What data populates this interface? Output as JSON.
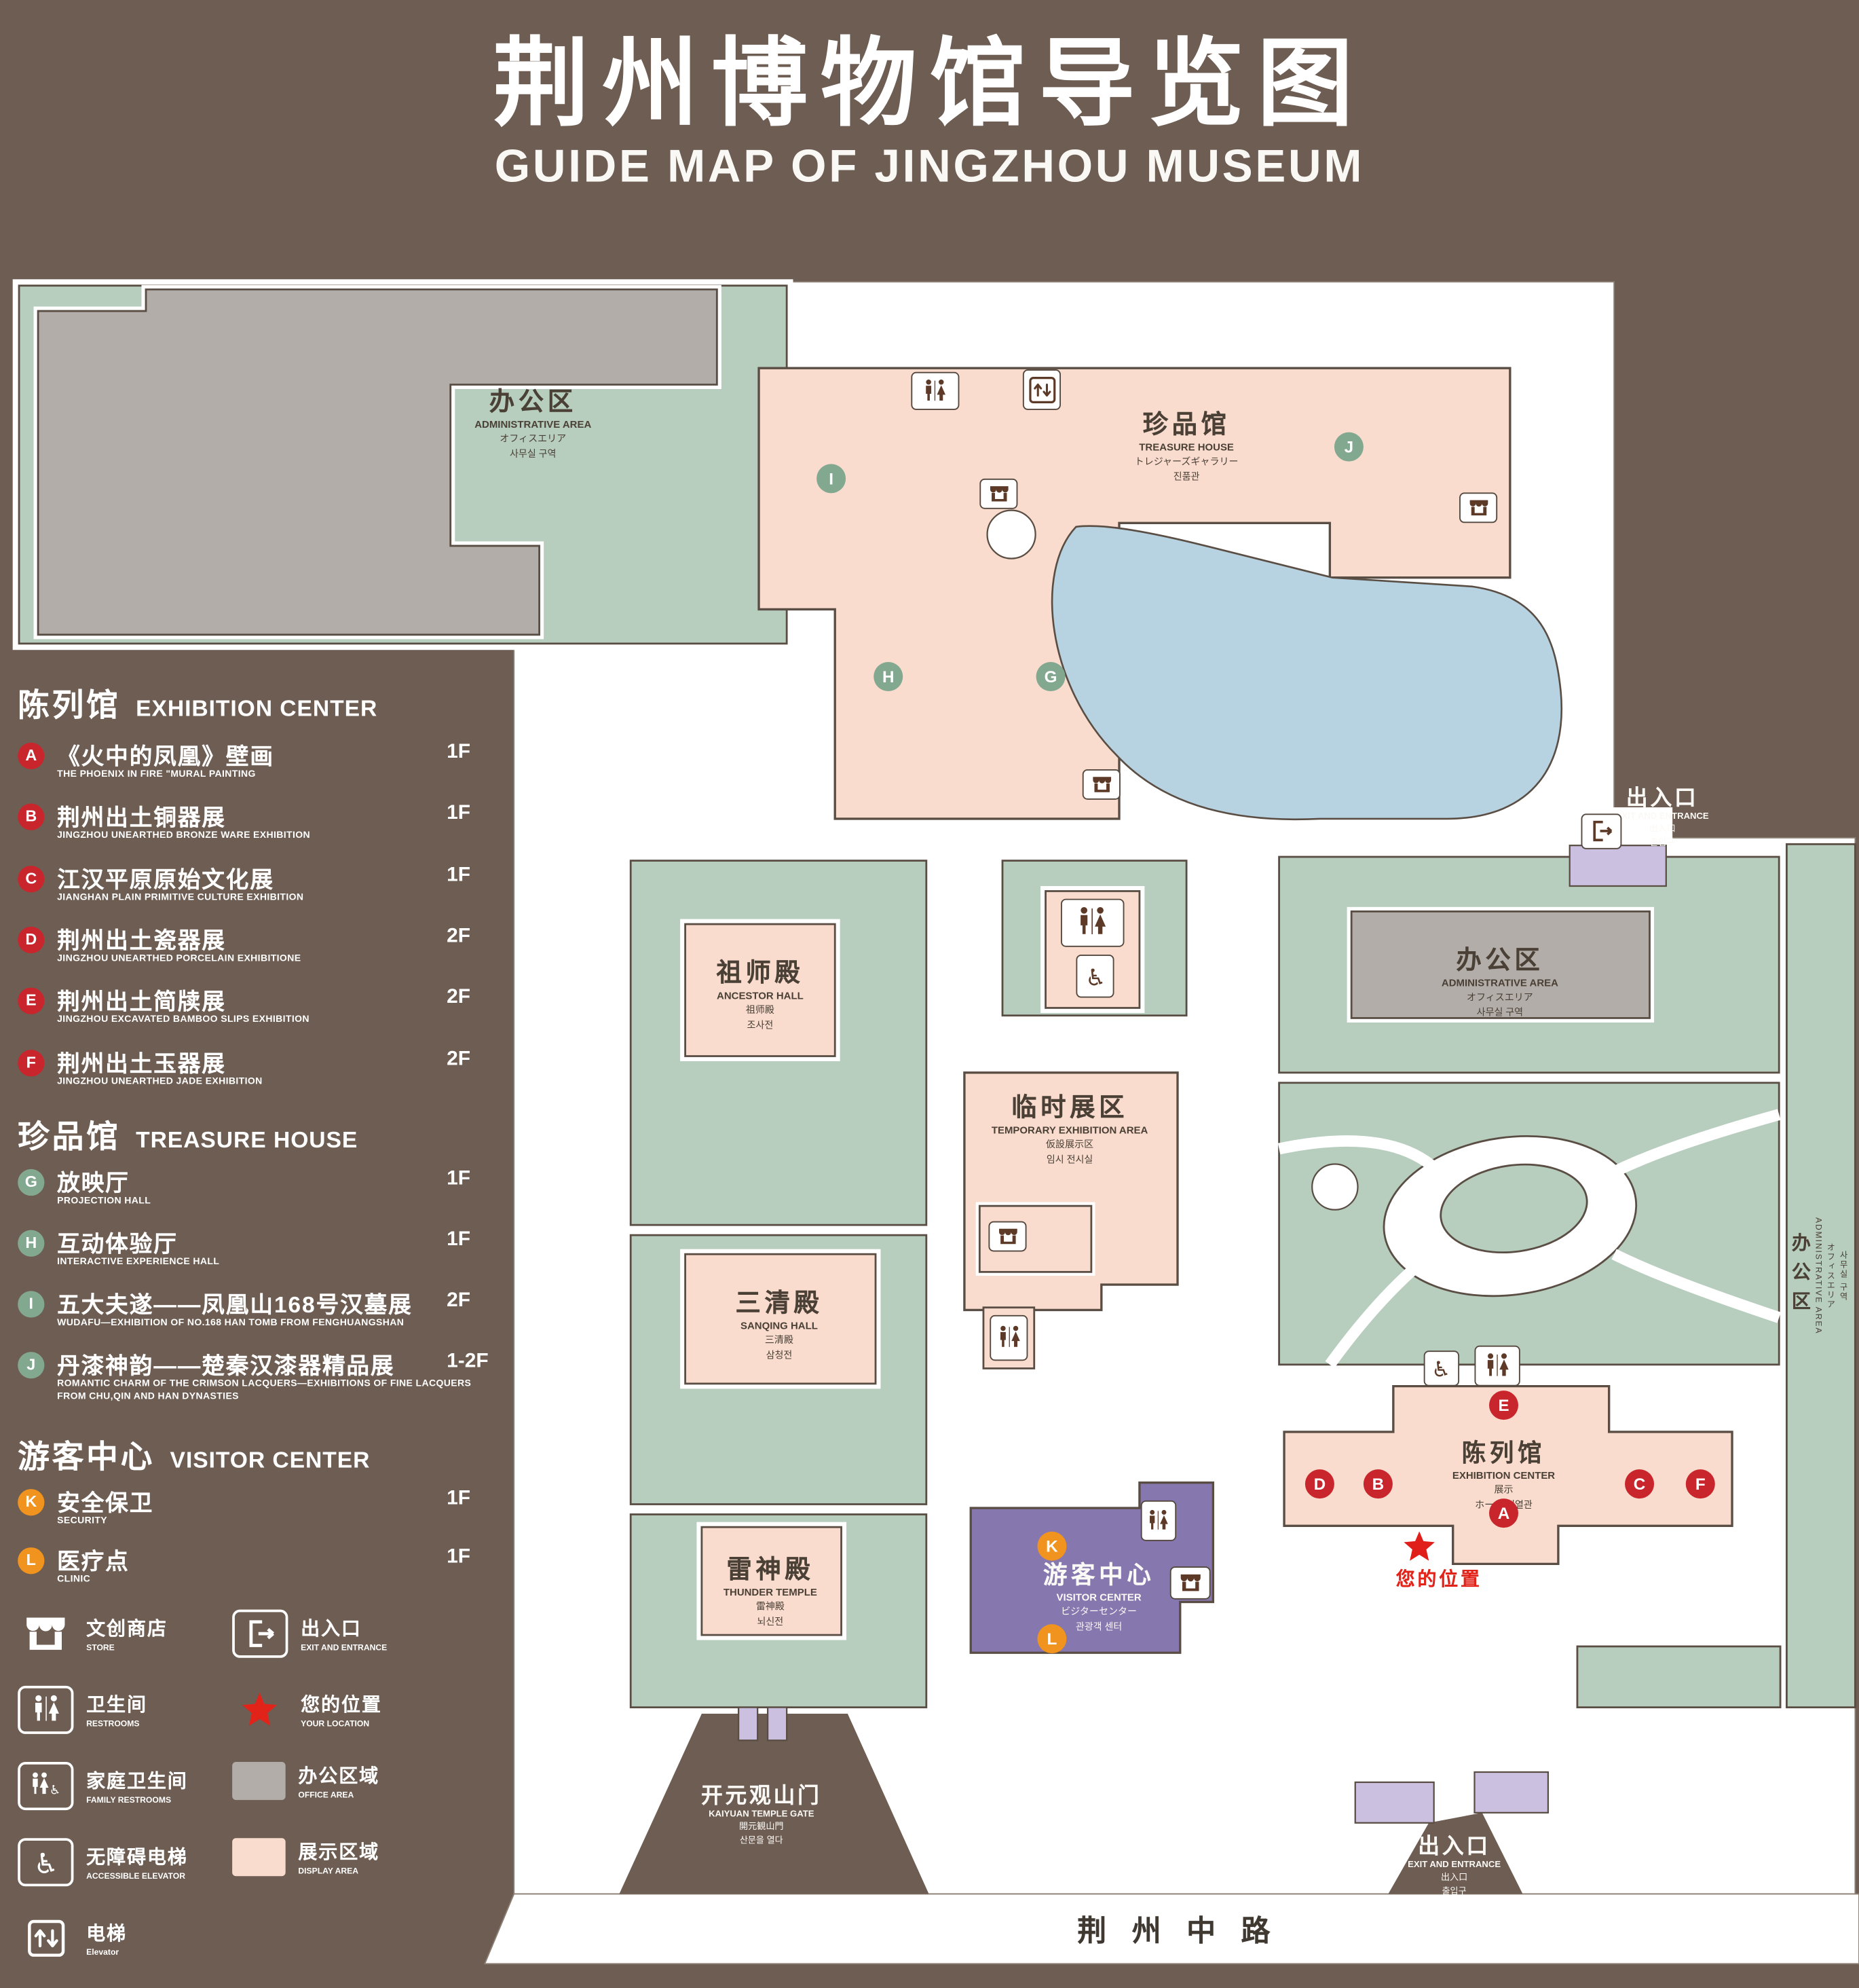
{
  "header": {
    "title": "荆州博物馆导览图",
    "subtitle": "GUIDE MAP OF JINGZHOU MUSEUM"
  },
  "colors": {
    "background": "#6e5d52",
    "lawn_green": "#b7cdbe",
    "display_pink": "#f9dcce",
    "office_gray": "#b2ada8",
    "lake_blue": "#b7d2e0",
    "visitor_purple": "#8678ae",
    "lavender": "#cbc0e0",
    "marker_red": "#c9252c",
    "marker_green": "#83a890",
    "marker_orange": "#f0931f",
    "location_red": "#e2231a"
  },
  "legend": {
    "sections": [
      {
        "zh": "陈列馆",
        "en": "EXHIBITION CENTER",
        "items": [
          {
            "letter": "A",
            "zh": "《火中的凤凰》壁画",
            "en": "THE PHOENIX IN FIRE \"MURAL PAINTING",
            "floor": "1F"
          },
          {
            "letter": "B",
            "zh": "荆州出土铜器展",
            "en": "JINGZHOU UNEARTHED BRONZE WARE EXHIBITION",
            "floor": "1F"
          },
          {
            "letter": "C",
            "zh": "江汉平原原始文化展",
            "en": "JIANGHAN PLAIN PRIMITIVE CULTURE EXHIBITION",
            "floor": "1F"
          },
          {
            "letter": "D",
            "zh": "荆州出土瓷器展",
            "en": "JINGZHOU UNEARTHED PORCELAIN EXHIBITIONE",
            "floor": "2F"
          },
          {
            "letter": "E",
            "zh": "荆州出土简牍展",
            "en": "JINGZHOU EXCAVATED BAMBOO SLIPS EXHIBITION",
            "floor": "2F"
          },
          {
            "letter": "F",
            "zh": "荆州出土玉器展",
            "en": "JINGZHOU UNEARTHED JADE EXHIBITION",
            "floor": "2F"
          }
        ]
      },
      {
        "zh": "珍品馆",
        "en": "TREASURE HOUSE",
        "items": [
          {
            "letter": "G",
            "zh": "放映厅",
            "en": "PROJECTION HALL",
            "floor": "1F"
          },
          {
            "letter": "H",
            "zh": "互动体验厅",
            "en": "INTERACTIVE EXPERIENCE HALL",
            "floor": "1F"
          },
          {
            "letter": "I",
            "zh": "五大夫遂——凤凰山168号汉墓展",
            "en": "WUDAFU—EXHIBITION OF NO.168 HAN TOMB FROM FENGHUANGSHAN",
            "floor": "2F"
          },
          {
            "letter": "J",
            "zh": "丹漆神韵——楚秦汉漆器精品展",
            "en": "ROMANTIC CHARM OF THE CRIMSON LACQUERS—EXHIBITIONS OF FINE LACQUERS FROM CHU,QIN AND HAN DYNASTIES",
            "floor": "1-2F"
          }
        ]
      },
      {
        "zh": "游客中心",
        "en": "VISITOR CENTER",
        "items": [
          {
            "letter": "K",
            "zh": "安全保卫",
            "en": "SECURITY",
            "floor": "1F"
          },
          {
            "letter": "L",
            "zh": "医疗点",
            "en": "CLINIC",
            "floor": "1F"
          }
        ]
      }
    ],
    "symbols": [
      {
        "icon": "store-icon",
        "zh": "文创商店",
        "en": "STORE"
      },
      {
        "icon": "exit-icon",
        "zh": "出入口",
        "en": "EXIT AND ENTRANCE"
      },
      {
        "icon": "restrooms-icon",
        "zh": "卫生间",
        "en": "RESTROOMS"
      },
      {
        "icon": "your-location-star",
        "zh": "您的位置",
        "en": "YOUR LOCATION"
      },
      {
        "icon": "family-restrooms-icon",
        "zh": "家庭卫生间",
        "en": "FAMILY RESTROOMS"
      },
      {
        "icon": "office-area-swatch",
        "zh": "办公区域",
        "en": "OFFICE AREA"
      },
      {
        "icon": "accessible-elevator-icon",
        "zh": "无障碍电梯",
        "en": "ACCESSIBLE ELEVATOR"
      },
      {
        "icon": "display-area-swatch",
        "zh": "展示区域",
        "en": "DISPLAY AREA"
      },
      {
        "icon": "elevator-icon",
        "zh": "电梯",
        "en": "Elevator"
      }
    ]
  },
  "map": {
    "admin": {
      "zh": "办公区",
      "en": "ADMINISTRATIVE AREA",
      "ja": "オフィスエリア",
      "ko": "사무실 구역"
    },
    "treasure": {
      "zh": "珍品馆",
      "en": "TREASURE HOUSE",
      "ja": "トレジャーズギャラリー",
      "ko": "진품관"
    },
    "ancestor": {
      "zh": "祖师殿",
      "en": "ANCESTOR HALL",
      "ja": "祖师殿",
      "ko": "조사전"
    },
    "temporary": {
      "zh": "临时展区",
      "en": "TEMPORARY EXHIBITION AREA",
      "ja": "仮設展示区",
      "ko": "임시 전시실"
    },
    "sanqing": {
      "zh": "三清殿",
      "en": "SANQING HALL",
      "ja": "三清殿",
      "ko": "삼청전"
    },
    "thunder": {
      "zh": "雷神殿",
      "en": "THUNDER TEMPLE",
      "ja": "雷神殿",
      "ko": "뇌신전"
    },
    "visitor": {
      "zh": "游客中心",
      "en": "VISITOR CENTER",
      "ja": "ビジターセンター",
      "ko": "관광객 센터"
    },
    "exhibition": {
      "zh": "陈列馆",
      "en": "EXHIBITION CENTER",
      "ja": "展示",
      "ko": "ホール 진열관"
    },
    "gate": {
      "zh": "开元观山门",
      "en": "KAIYUAN TEMPLE GATE",
      "ja": "開元観山門",
      "ko": "산문을 열다"
    },
    "exit": {
      "zh": "出入口",
      "en": "EXIT AND ENTRANCE",
      "ja": "出入口",
      "ko": "출입구"
    },
    "road": {
      "name": "荆州中路"
    },
    "your_location": {
      "label": "您的位置"
    },
    "markers": {
      "red": [
        "A",
        "B",
        "C",
        "D",
        "E",
        "F"
      ],
      "green": [
        "G",
        "H",
        "I",
        "J"
      ],
      "orange": [
        "K",
        "L"
      ]
    }
  }
}
